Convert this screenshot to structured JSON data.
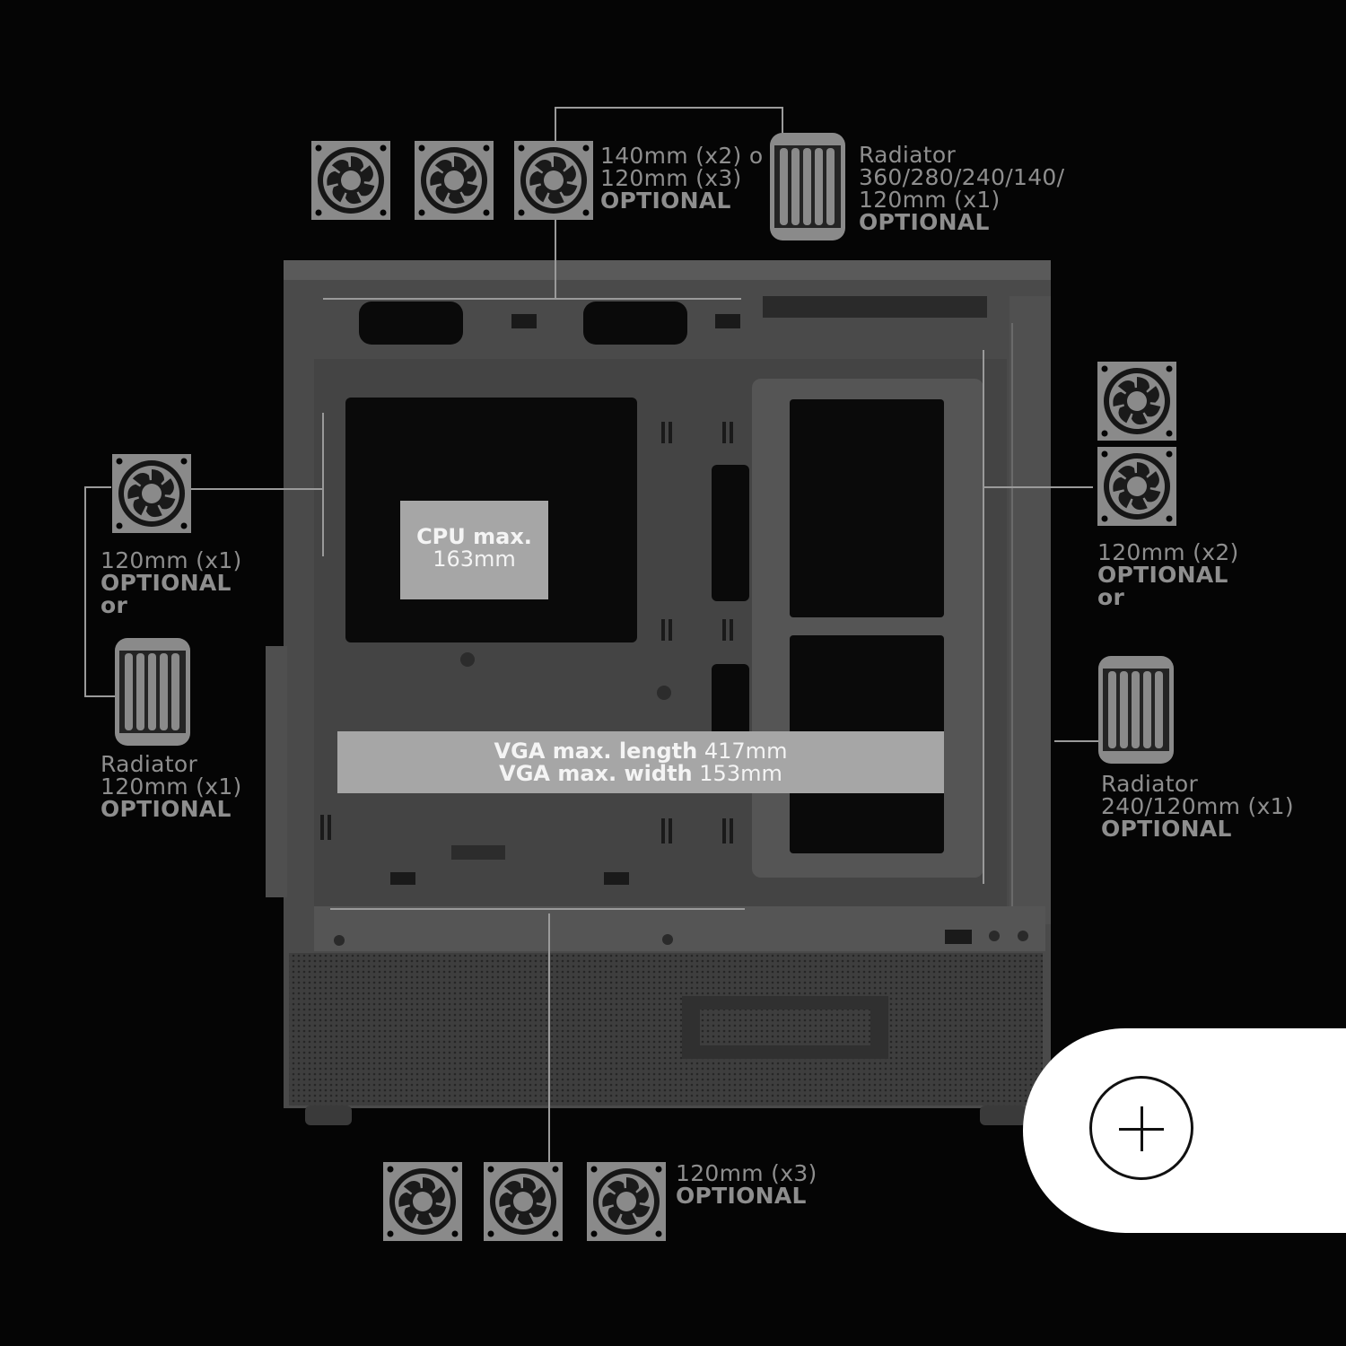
{
  "top_fans": {
    "line1": "140mm (x2) o",
    "line2": "120mm (x3)",
    "line3": "OPTIONAL"
  },
  "top_radiator": {
    "line1": "Radiator",
    "line2": "360/280/240/140/",
    "line3": "120mm (x1)",
    "line4": "OPTIONAL"
  },
  "rear_fan": {
    "line1": "120mm (x1)",
    "line2": "OPTIONAL",
    "line3": "or"
  },
  "rear_radiator": {
    "line1": "Radiator",
    "line2": "120mm (x1)",
    "line3": "OPTIONAL"
  },
  "front_fans": {
    "line1": "120mm (x2)",
    "line2": "OPTIONAL",
    "line3": "or"
  },
  "front_radiator": {
    "line1": "Radiator",
    "line2": "240/120mm (x1)",
    "line3": "OPTIONAL"
  },
  "bottom_fans": {
    "line1": "120mm (x3)",
    "line2": "OPTIONAL"
  },
  "cpu": {
    "line1": "CPU max.",
    "line2": "163mm"
  },
  "vga": {
    "length_label": "VGA max. length",
    "length_value": "417mm",
    "width_label": "VGA max. width",
    "width_value": "153mm"
  },
  "icons": {
    "fan": "fan-icon",
    "radiator": "radiator-icon",
    "zoom": "plus-icon"
  },
  "colors": {
    "background": "#050505",
    "icon": "#8a8a8a",
    "text": "#8e8e8e",
    "spec_box": "#a6a6a6",
    "case": "#4a4a4a"
  }
}
